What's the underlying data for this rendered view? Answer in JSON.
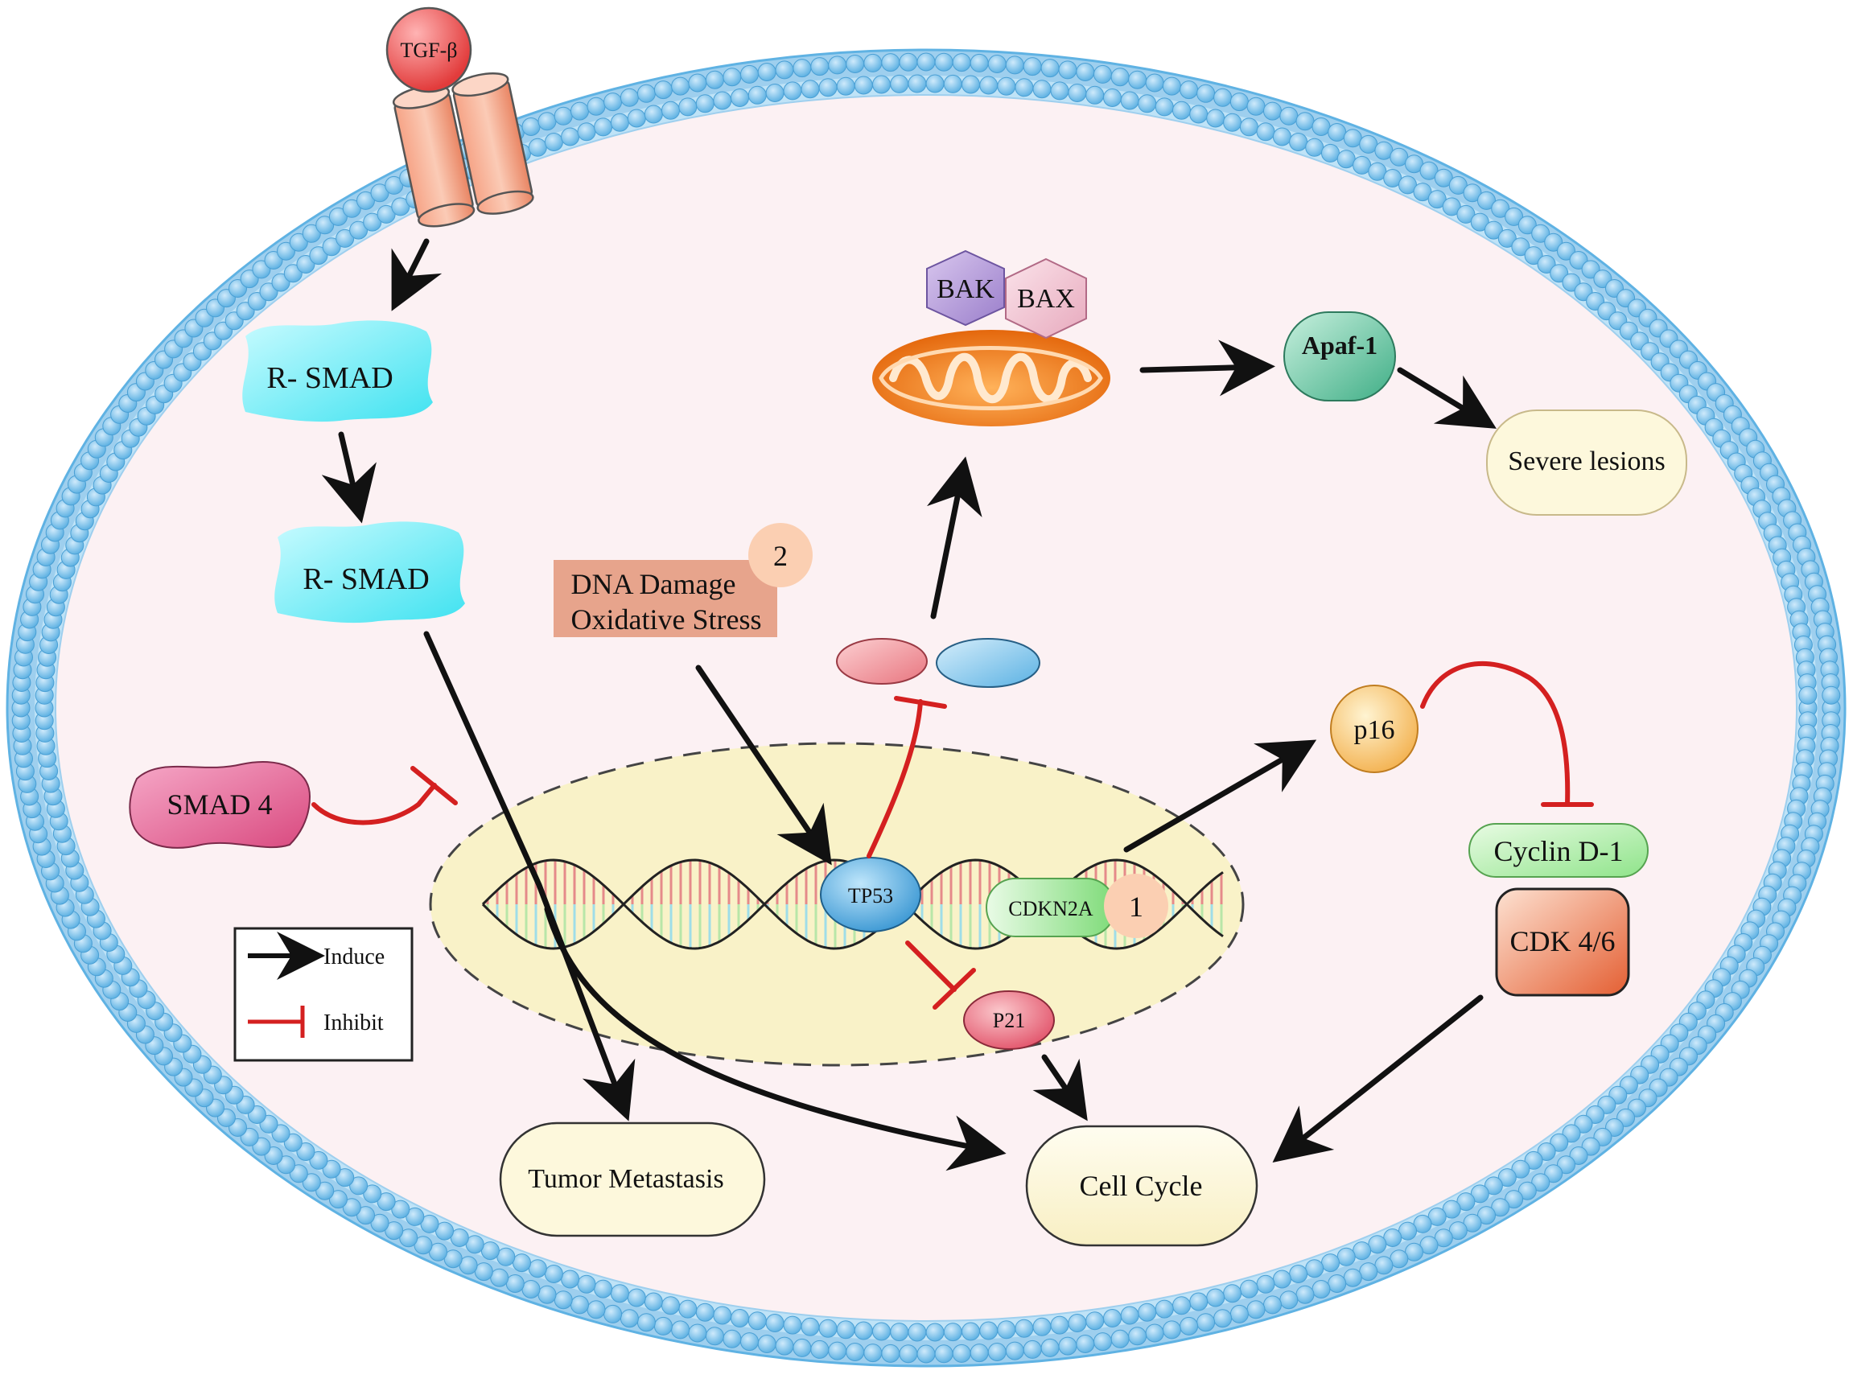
{
  "nodes": {
    "tgf_beta": "TGF-β",
    "r_smad_1": "R- SMAD",
    "r_smad_2": "R- SMAD",
    "smad4": "SMAD 4",
    "dna_damage_line1": "DNA Damage",
    "dna_damage_line2": "Oxidative Stress",
    "badge_2": "2",
    "badge_1": "1",
    "bak": "BAK",
    "bax": "BAX",
    "apaf1": "Apaf-1",
    "severe_lesions": "Severe lesions",
    "p16": "p16",
    "cyclin_d1": "Cyclin D-1",
    "cdk46": "CDK 4/6",
    "tp53": "TP53",
    "cdkn2a": "CDKN2A",
    "p21": "P21",
    "tumor_metastasis": "Tumor Metastasis",
    "cell_cycle": "Cell Cycle"
  },
  "legend": {
    "induce": "Induce",
    "inhibit": "Inhibit"
  },
  "colors": {
    "induce_arrow": "#111111",
    "inhibit_arrow": "#d42020",
    "membrane": "#7fc3ea",
    "cytoplasm": "#fcf1f3",
    "nucleus": "#f9f2c8",
    "smad": "#6ff0f8",
    "smad4": "#e15f95",
    "mitochondrion": "#f08a1e",
    "apaf1": "#63c6a1",
    "p16": "#f8c87a",
    "cyclin": "#b7f0b2",
    "cdk": "#ee7a52",
    "tp53": "#4ea9dd",
    "p21": "#ee6f7a",
    "outcome_box": "#fdf8dc",
    "stress_box": "#e7a48c",
    "badge": "#fbcfb2"
  }
}
